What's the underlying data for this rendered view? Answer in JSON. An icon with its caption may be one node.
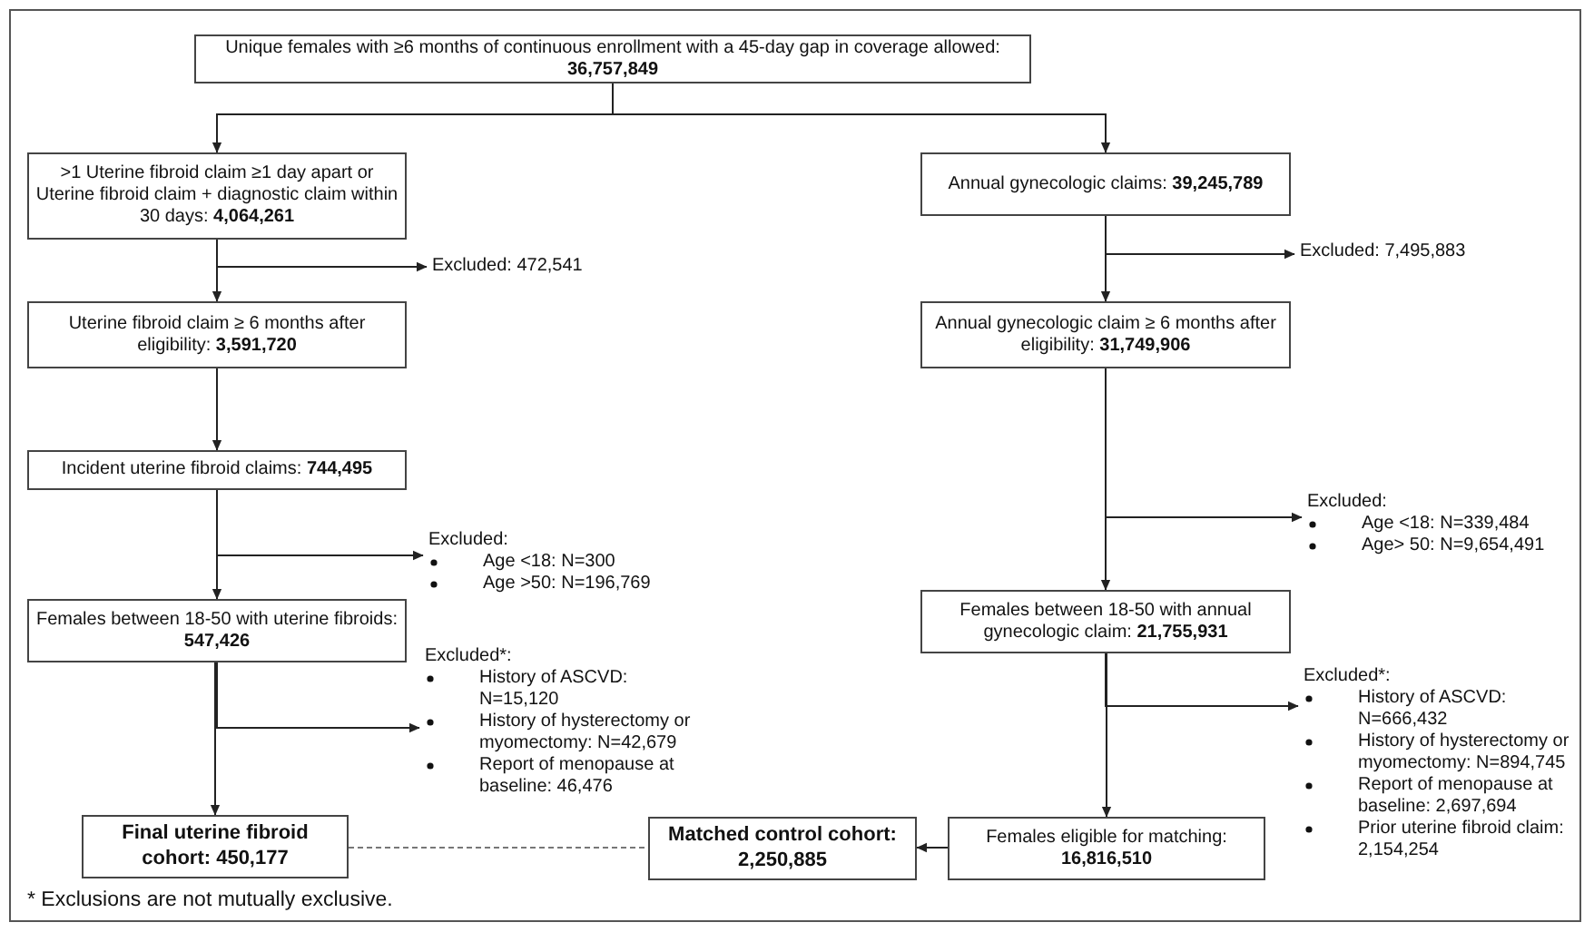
{
  "diagram": {
    "nodes": [
      {
        "text": [
          "Unique females with ≥6 months of continuous enrollment with a 45-day gap in coverage allowed: **36,757,849**"
        ]
      },
      {
        "text": [
          ">1 Uterine fibroid claim ≥1 day apart or Uterine fibroid claim + diagnostic claim within 30 days: **4,064,261**"
        ]
      },
      {
        "text": [
          "Annual gynecologic claims: **39,245,789**"
        ]
      },
      {
        "text": [
          "Excluded: 472,541"
        ]
      },
      {
        "text": [
          "Excluded: 7,495,883"
        ]
      },
      {
        "text": [
          "Uterine fibroid claim ≥ 6 months after eligibility: **3,591,720**"
        ]
      },
      {
        "text": [
          "Annual gynecologic claim ≥ 6 months after eligibility: **31,749,906**"
        ]
      },
      {
        "text": [
          "Incident uterine fibroid claims: **744,495**"
        ]
      },
      {
        "text": [
          "Excluded:",
          "Age <18: N=339,484",
          "Age> 50: N=9,654,491"
        ]
      },
      {
        "text": [
          "Excluded:",
          "Age <18: N=300",
          "Age >50: N=196,769"
        ]
      },
      {
        "text": [
          "Females between 18-50 with uterine fibroids: **547,426**"
        ]
      },
      {
        "text": [
          "Females between 18-50 with annual gynecologic claim: **21,755,931**"
        ]
      },
      {
        "text": [
          "Excluded*:",
          "History of ASCVD: N=15,120",
          "History of hysterectomy or myomectomy: N=42,679",
          "Report of menopause at baseline: 46,476"
        ]
      },
      {
        "text": [
          "Excluded*:",
          "History of ASCVD: N=666,432",
          "History of hysterectomy or myomectomy: N=894,745",
          "Report of menopause at baseline: 2,697,694",
          "Prior uterine fibroid claim: 2,154,254"
        ]
      },
      {
        "text": [
          "Final uterine fibroid cohort: 450,177"
        ]
      },
      {
        "text": [
          "Matched control cohort: 2,250,885"
        ]
      },
      {
        "text": [
          "Females eligible for matching: **16,816,510**"
        ]
      }
    ],
    "edges": [
      {
        "from": 0,
        "to": 1,
        "arrow": "to"
      },
      {
        "from": 0,
        "to": 2,
        "arrow": "to"
      },
      {
        "from": 1,
        "to": 5,
        "arrow": "to"
      },
      {
        "from": 1,
        "to": 3,
        "arrow": "to"
      },
      {
        "from": 2,
        "to": 6,
        "arrow": "to"
      },
      {
        "from": 2,
        "to": 4,
        "arrow": "to"
      },
      {
        "from": 5,
        "to": 7,
        "arrow": "to"
      },
      {
        "from": 6,
        "to": 11,
        "arrow": "to"
      },
      {
        "from": 6,
        "to": 8,
        "arrow": "to"
      },
      {
        "from": 7,
        "to": 10,
        "arrow": "to"
      },
      {
        "from": 7,
        "to": 9,
        "arrow": "to"
      },
      {
        "from": 10,
        "to": 14,
        "arrow": "to"
      },
      {
        "from": 10,
        "to": 12,
        "arrow": "to"
      },
      {
        "from": 11,
        "to": 16,
        "arrow": "to"
      },
      {
        "from": 11,
        "to": 13,
        "arrow": "to"
      },
      {
        "from": 16,
        "to": 15,
        "arrow": "to"
      },
      {
        "from": 14,
        "to": 15,
        "arrow": "none",
        "style": "dashed",
        "color": "#777777"
      }
    ],
    "labels": [
      "* Exclusions are not mutually exclusive."
    ]
  }
}
